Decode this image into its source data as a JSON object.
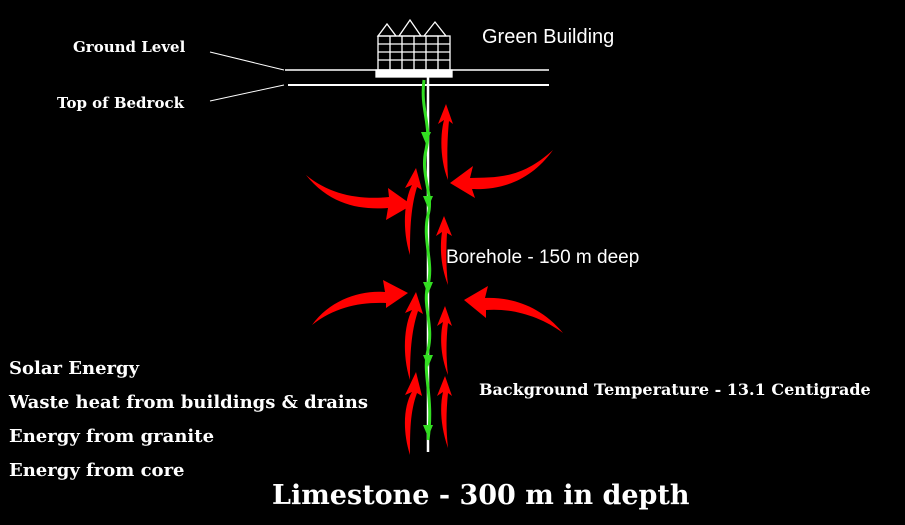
{
  "labels": {
    "ground_level": "Ground Level",
    "top_of_bedrock": "Top of Bedrock",
    "building": "Green Building",
    "borehole": "Borehole - 150 m deep",
    "background_temperature": "Background Temperature - 13.1 Centigrade",
    "limestone": "Limestone - 300 m in depth"
  },
  "energy_sources": [
    "Solar Energy",
    "Waste heat from buildings & drains",
    "Energy from granite",
    "Energy from core"
  ],
  "colors": {
    "background": "#000000",
    "heat_arrow": "#ff0000",
    "borehole_pipe": "#33dd22",
    "line": "#ffffff"
  }
}
